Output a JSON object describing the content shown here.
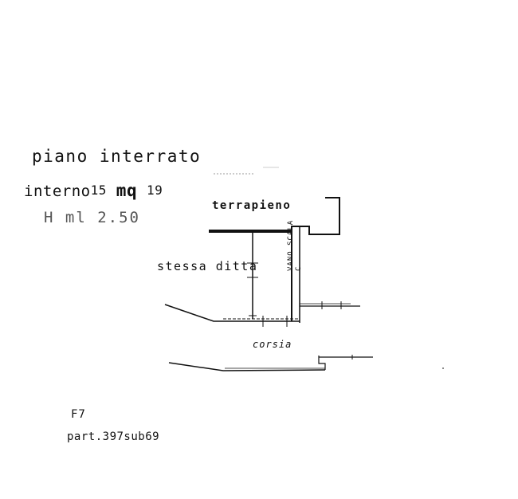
{
  "plan": {
    "floor_title": "piano interrato",
    "unit": {
      "prefix": "interno",
      "num_a": "15",
      "mq": "mq",
      "num_b": "19"
    },
    "height": "H  ml  2.50",
    "rooms": {
      "terrapieno": "terrapieno",
      "stessa_ditta": "stessa ditta",
      "vano_scala_1": "VANO SCALA",
      "vano_scala_2": "C",
      "corsia": "corsia"
    },
    "cadastral": {
      "sheet": "F7",
      "parcel": "part.397sub69"
    }
  },
  "colors": {
    "ink": "#111111",
    "faded_ink": "#555555",
    "paper": "#ffffff"
  }
}
